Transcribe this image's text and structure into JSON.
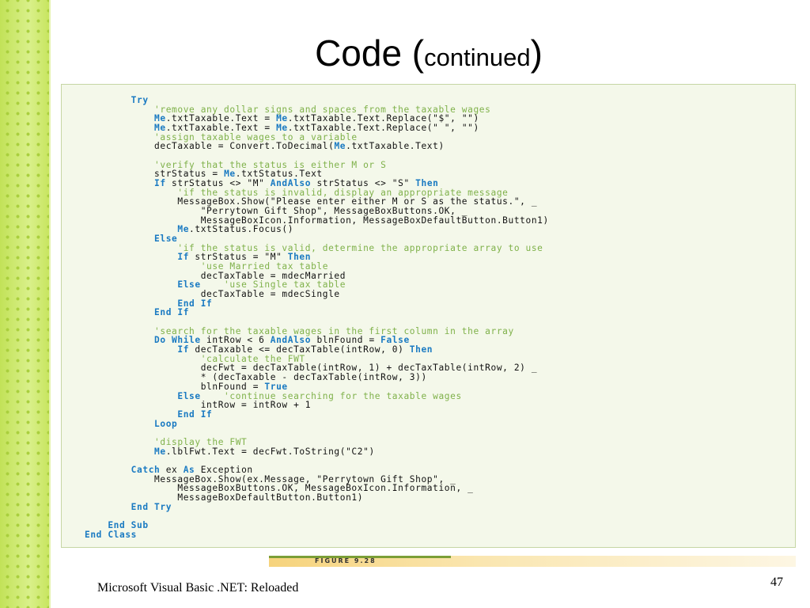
{
  "slide": {
    "title_main": "Code (",
    "title_sub": "continued",
    "title_close": ")",
    "footer": "Microsoft Visual Basic .NET: Reloaded",
    "page_number": "47",
    "figure_label": "FIGURE 9.28"
  },
  "colors": {
    "keyword": "#1a7ac2",
    "comment": "#7fb14a",
    "side_bar": "#cde86a",
    "panel_bg": "#f4f8ea"
  },
  "code_lines": [
    [
      [
        "kw",
        "        Try"
      ]
    ],
    [
      [
        "cm",
        "            'remove any dollar signs and spaces from the taxable wages"
      ]
    ],
    [
      [
        "t",
        "            "
      ],
      [
        "kw",
        "Me"
      ],
      [
        "t",
        ".txtTaxable.Text = "
      ],
      [
        "kw",
        "Me"
      ],
      [
        "t",
        ".txtTaxable.Text.Replace(\"$\", \"\")"
      ]
    ],
    [
      [
        "t",
        "            "
      ],
      [
        "kw",
        "Me"
      ],
      [
        "t",
        ".txtTaxable.Text = "
      ],
      [
        "kw",
        "Me"
      ],
      [
        "t",
        ".txtTaxable.Text.Replace(\" \", \"\")"
      ]
    ],
    [
      [
        "cm",
        "            'assign taxable wages to a variable"
      ]
    ],
    [
      [
        "t",
        "            decTaxable = Convert.ToDecimal("
      ],
      [
        "kw",
        "Me"
      ],
      [
        "t",
        ".txtTaxable.Text)"
      ]
    ],
    [
      [
        "t",
        ""
      ]
    ],
    [
      [
        "cm",
        "            'verify that the status is either M or S"
      ]
    ],
    [
      [
        "t",
        "            strStatus = "
      ],
      [
        "kw",
        "Me"
      ],
      [
        "t",
        ".txtStatus.Text"
      ]
    ],
    [
      [
        "kw",
        "            If"
      ],
      [
        "t",
        " strStatus <> \"M\" "
      ],
      [
        "kw",
        "AndAlso"
      ],
      [
        "t",
        " strStatus <> \"S\" "
      ],
      [
        "kw",
        "Then"
      ]
    ],
    [
      [
        "cm",
        "                'if the status is invalid, display an appropriate message"
      ]
    ],
    [
      [
        "t",
        "                MessageBox.Show(\"Please enter either M or S as the status.\", _"
      ]
    ],
    [
      [
        "t",
        "                    \"Perrytown Gift Shop\", MessageBoxButtons.OK, _"
      ]
    ],
    [
      [
        "t",
        "                    MessageBoxIcon.Information, MessageBoxDefaultButton.Button1)"
      ]
    ],
    [
      [
        "kw",
        "                Me"
      ],
      [
        "t",
        ".txtStatus.Focus()"
      ]
    ],
    [
      [
        "kw",
        "            Else"
      ]
    ],
    [
      [
        "cm",
        "                'if the status is valid, determine the appropriate array to use"
      ]
    ],
    [
      [
        "kw",
        "                If"
      ],
      [
        "t",
        " strStatus = \"M\" "
      ],
      [
        "kw",
        "Then"
      ]
    ],
    [
      [
        "cm",
        "                    'use Married tax table"
      ]
    ],
    [
      [
        "t",
        "                    decTaxTable = mdecMarried"
      ]
    ],
    [
      [
        "kw",
        "                Else"
      ],
      [
        "cm",
        "    'use Single tax table"
      ]
    ],
    [
      [
        "t",
        "                    decTaxTable = mdecSingle"
      ]
    ],
    [
      [
        "kw",
        "                End If"
      ]
    ],
    [
      [
        "kw",
        "            End If"
      ]
    ],
    [
      [
        "t",
        ""
      ]
    ],
    [
      [
        "cm",
        "            'search for the taxable wages in the first column in the array"
      ]
    ],
    [
      [
        "kw",
        "            Do While"
      ],
      [
        "t",
        " intRow < 6 "
      ],
      [
        "kw",
        "AndAlso"
      ],
      [
        "t",
        " blnFound = "
      ],
      [
        "kw",
        "False"
      ]
    ],
    [
      [
        "kw",
        "                If"
      ],
      [
        "t",
        " decTaxable <= decTaxTable(intRow, 0) "
      ],
      [
        "kw",
        "Then"
      ]
    ],
    [
      [
        "cm",
        "                    'calculate the FWT"
      ]
    ],
    [
      [
        "t",
        "                    decFwt = decTaxTable(intRow, 1) + decTaxTable(intRow, 2) _"
      ]
    ],
    [
      [
        "t",
        "                    * (decTaxable - decTaxTable(intRow, 3))"
      ]
    ],
    [
      [
        "t",
        "                    blnFound = "
      ],
      [
        "kw",
        "True"
      ]
    ],
    [
      [
        "kw",
        "                Else"
      ],
      [
        "cm",
        "    'continue searching for the taxable wages"
      ]
    ],
    [
      [
        "t",
        "                    intRow = intRow + 1"
      ]
    ],
    [
      [
        "kw",
        "                End If"
      ]
    ],
    [
      [
        "kw",
        "            Loop"
      ]
    ],
    [
      [
        "t",
        ""
      ]
    ],
    [
      [
        "cm",
        "            'display the FWT"
      ]
    ],
    [
      [
        "kw",
        "            Me"
      ],
      [
        "t",
        ".lblFwt.Text = decFwt.ToString(\"C2\")"
      ]
    ],
    [
      [
        "t",
        ""
      ]
    ],
    [
      [
        "kw",
        "        Catch"
      ],
      [
        "t",
        " ex "
      ],
      [
        "kw",
        "As"
      ],
      [
        "t",
        " Exception"
      ]
    ],
    [
      [
        "t",
        "            MessageBox.Show(ex.Message, \"Perrytown Gift Shop\", _"
      ]
    ],
    [
      [
        "t",
        "                MessageBoxButtons.OK, MessageBoxIcon.Information, _"
      ]
    ],
    [
      [
        "t",
        "                MessageBoxDefaultButton.Button1)"
      ]
    ],
    [
      [
        "kw",
        "        End Try"
      ]
    ],
    [
      [
        "t",
        ""
      ]
    ],
    [
      [
        "kw",
        "    End Sub"
      ]
    ],
    [
      [
        "kw",
        "End Class"
      ]
    ]
  ]
}
